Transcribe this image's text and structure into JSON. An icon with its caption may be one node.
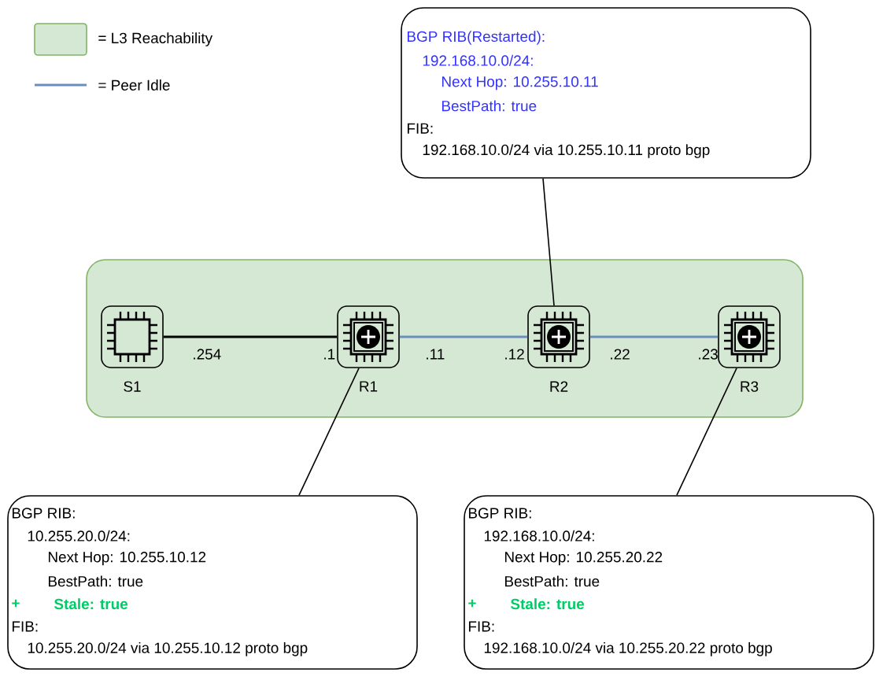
{
  "diagram": {
    "nodes": [
      {
        "text": [
          "BGP RIB(Restarted):",
          "192.168.10.0/24:",
          "Next Hop: 10.255.10.11",
          "BestPath: true",
          "FIB:",
          "192.168.10.0/24 via 10.255.10.11 proto bgp"
        ]
      },
      {
        "text": [],
        "shape": "box"
      },
      {
        "text": [
          "S1"
        ],
        "beside": [
          ".254"
        ],
        "in": 1
      },
      {
        "text": [
          "R1"
        ],
        "beside": [
          ".1",
          ".11"
        ],
        "in": 1
      },
      {
        "text": [
          "R2"
        ],
        "beside": [
          ".12",
          ".22"
        ],
        "in": 1
      },
      {
        "text": [
          "R3"
        ],
        "beside": [
          ".23"
        ],
        "in": 1
      },
      {
        "text": [
          "BGP RIB:",
          "10.255.20.0/24:",
          "Next Hop: 10.255.10.12",
          "BestPath: true",
          "+",
          "Stale: true",
          "FIB:",
          "10.255.20.0/24 via 10.255.10.12 proto bgp"
        ]
      },
      {
        "text": [
          "BGP RIB:",
          "192.168.10.0/24:",
          "Next Hop: 10.255.20.22",
          "BestPath: true",
          "+",
          "Stale: true",
          "FIB:",
          "192.168.10.0/24 via 10.255.20.22 proto bgp"
        ]
      }
    ],
    "edges": [
      {
        "from": 2,
        "to": 3,
        "arrow": "none"
      },
      {
        "from": 3,
        "to": 4,
        "arrow": "none",
        "color": "#6c8ebf"
      },
      {
        "from": 4,
        "to": 5,
        "arrow": "none",
        "color": "#6c8ebf"
      },
      {
        "from": 0,
        "to": 4,
        "arrow": "none"
      },
      {
        "from": 6,
        "to": 3,
        "arrow": "none"
      },
      {
        "from": 7,
        "to": 5,
        "arrow": "none"
      }
    ],
    "legend": [
      {
        "text": "= L3 Reachability",
        "color": "#d5e8d4"
      },
      {
        "text": "= Peer Idle"
      }
    ]
  }
}
